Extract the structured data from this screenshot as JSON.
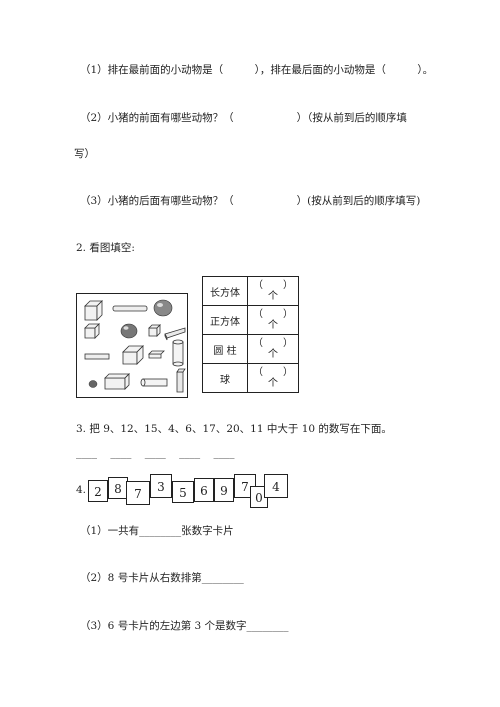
{
  "q1": {
    "a": "（1）排在最前面的小动物是（　　　），排在最后面的小动物是（　　　）。",
    "b1": "（2）小猪的前面有哪些动物？（　　　　　　）（按从前到后的顺序填",
    "b2": "写）",
    "c": "（3）小猪的后面有哪些动物？（　　　　　　）(按从前到后的顺序填写)"
  },
  "q2": {
    "title": "2. 看图填空:",
    "rows": [
      {
        "name": "长方体",
        "ans_top": "（　　）",
        "ans_bottom": "个"
      },
      {
        "name": "正方体",
        "ans_top": "（　　）",
        "ans_bottom": "个"
      },
      {
        "name": "圆 柱",
        "ans_top": "（　　）",
        "ans_bottom": "个"
      },
      {
        "name": "球",
        "ans_top": "（　　）",
        "ans_bottom": "个"
      }
    ]
  },
  "q3": {
    "text": "3. 把 9、12、15、4、6、17、20、11 中大于 10 的数写在下面。",
    "blanks": [
      "____",
      "____",
      "____",
      "____",
      "____"
    ]
  },
  "q4": {
    "num": "4.",
    "cards": [
      "2",
      "8",
      "7",
      "3",
      "5",
      "6",
      "9",
      "7",
      "0",
      "4"
    ],
    "s1": "（1）一共有________张数字卡片",
    "s2": "（2）8 号卡片从右数排第________",
    "s3": "（3）6 号卡片的左边第 3 个是数字________"
  }
}
